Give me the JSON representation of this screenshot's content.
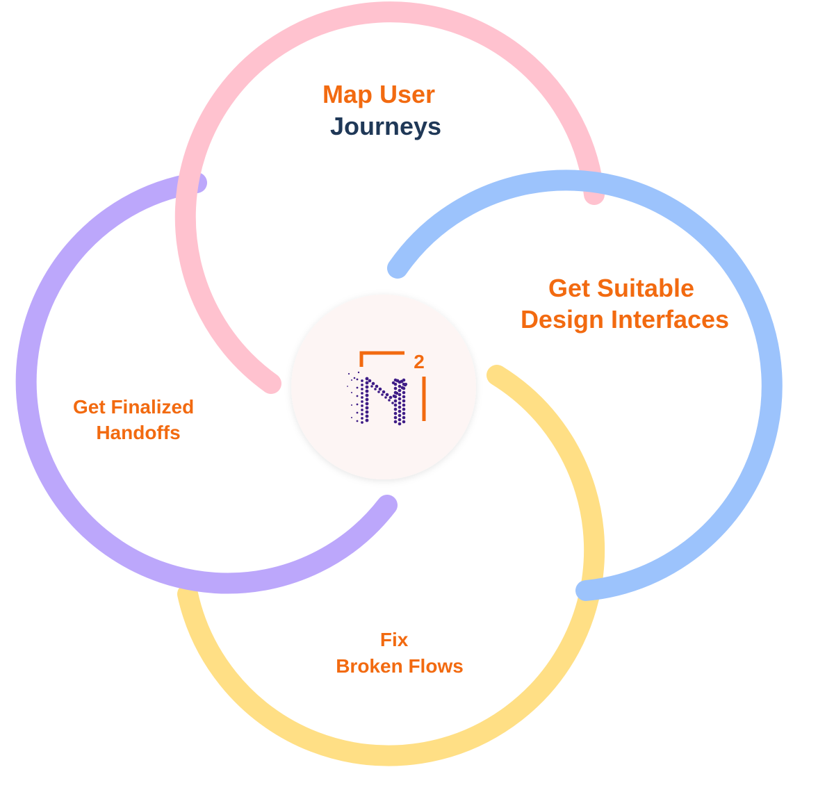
{
  "colors": {
    "orange": "#F26A10",
    "navy": "#1F3857",
    "pink_ring": "#FFC2CF",
    "blue_ring": "#9CC3FC",
    "yellow_ring": "#FFDF85",
    "purple_ring": "#BCA7FB",
    "center_fill": "#FDF5F4",
    "logo_dots": "#3E1C86"
  },
  "center": {
    "logo": "m2-logo",
    "logo_superscript": "2"
  },
  "nodes": [
    {
      "id": "map-user-journeys",
      "line1": "Map User",
      "line2": "Journeys",
      "line1_color": "orange",
      "line2_color": "navy"
    },
    {
      "id": "get-suitable-design-interfaces",
      "line1": "Get Suitable",
      "line2": "Design Interfaces",
      "line1_color": "orange",
      "line2_color": "orange"
    },
    {
      "id": "fix-broken-flows",
      "line1": "Fix",
      "line2": "Broken Flows",
      "line1_color": "orange",
      "line2_color": "orange"
    },
    {
      "id": "get-finalized-handoffs",
      "line1": "Get Finalized",
      "line2": "Handoffs",
      "line1_color": "orange",
      "line2_color": "orange"
    }
  ]
}
